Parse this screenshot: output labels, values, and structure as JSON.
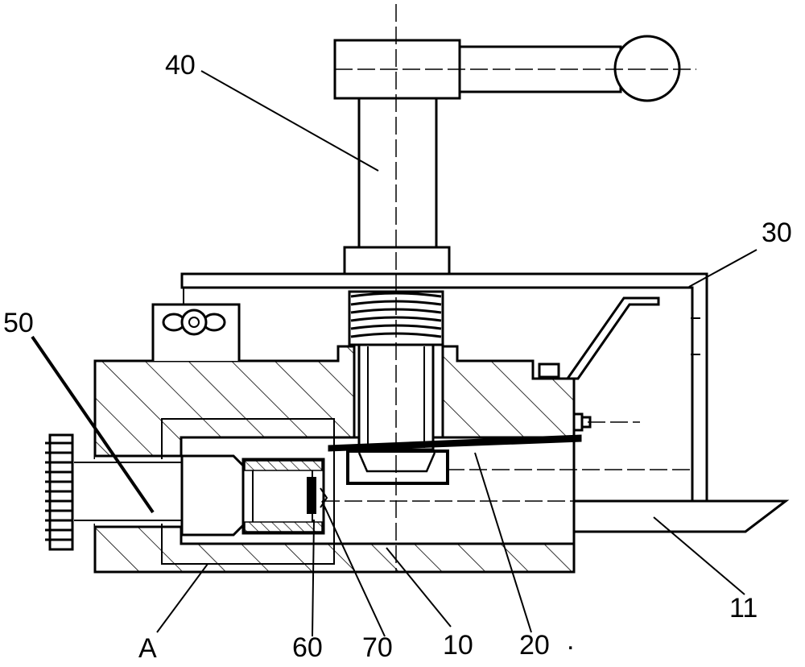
{
  "labels": {
    "handle": "40",
    "bracket": "30",
    "knob": "50",
    "detail": "A",
    "cup": "60",
    "tip": "70",
    "body": "10",
    "blade": "20",
    "tray": "11"
  },
  "stray_mark": "."
}
